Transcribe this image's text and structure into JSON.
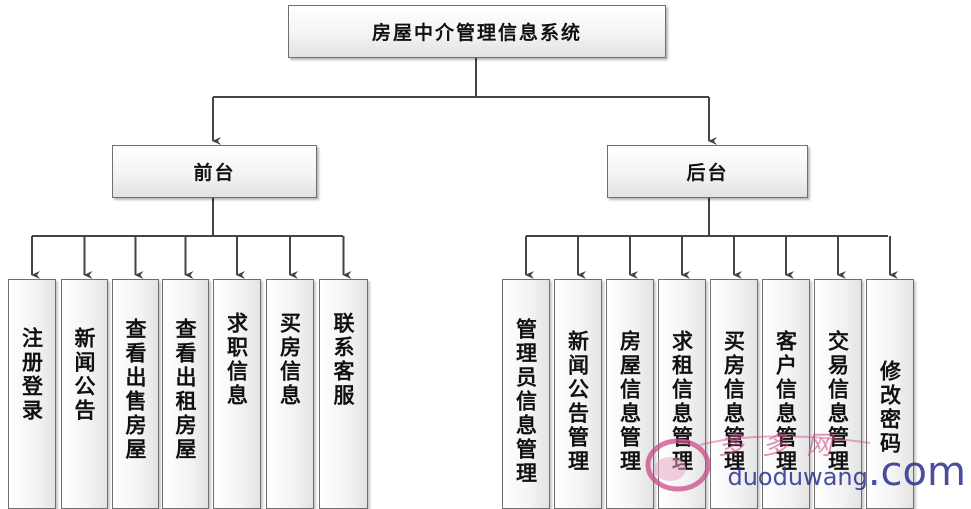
{
  "root": {
    "label": "房屋中介管理信息系统"
  },
  "branches": [
    {
      "label": "前台",
      "children": [
        "注册登录",
        "新闻公告",
        "查看出售房屋",
        "查看出租房屋",
        "求职信息",
        "买房信息",
        "联系客服"
      ]
    },
    {
      "label": "后台",
      "children": [
        "管理员信息管理",
        "新闻公告管理",
        "房屋信息管理",
        "求租信息管理",
        "买房信息管理",
        "客户信息管理",
        "交易信息管理",
        "修改密码"
      ]
    }
  ],
  "watermark": {
    "text": "duoduwang",
    "suffix": ".com",
    "logo_chars": "多多网"
  }
}
